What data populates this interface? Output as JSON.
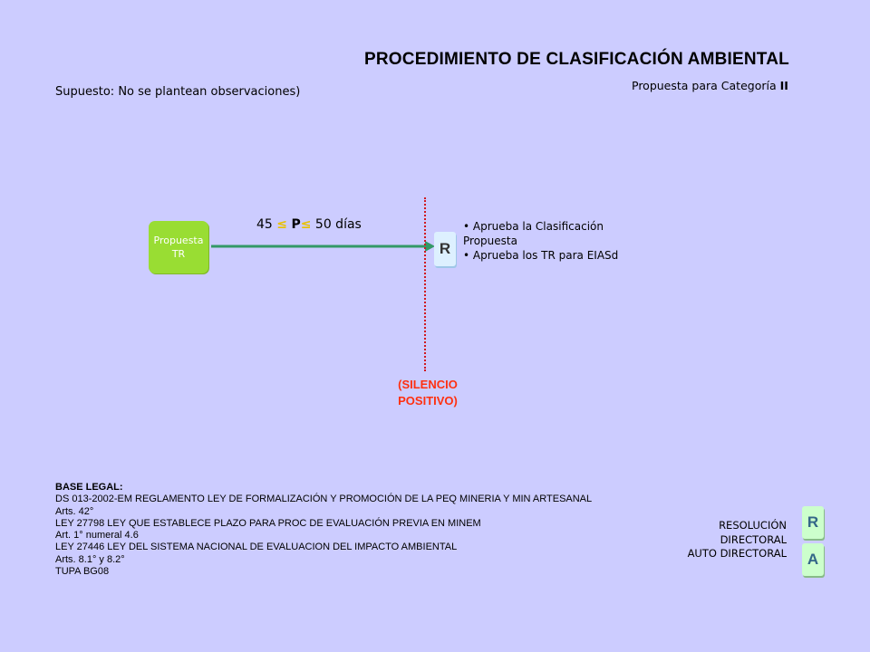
{
  "header": {
    "title": "PROCEDIMIENTO DE CLASIFICACIÓN AMBIENTAL",
    "subtitle_prefix": "Propuesta para Categoría",
    "subtitle_category": "II",
    "assumption": "Supuesto: No se plantean observaciones)"
  },
  "flow": {
    "start_box": {
      "line1": "Propuesta",
      "line2": "TR"
    },
    "time_label": {
      "min": "45",
      "leq1": "≤",
      "variable": "P",
      "leq2": "≤",
      "max": "50 días"
    },
    "result_box": "R",
    "outcomes": [
      "• Aprueba la Clasificación",
      "Propuesta",
      "• Aprueba los TR para EIASd"
    ],
    "silence": {
      "line1": "(SILENCIO",
      "line2": "POSITIVO)"
    }
  },
  "legal": {
    "heading": "BASE LEGAL:",
    "lines": [
      "DS 013-2002-EM REGLAMENTO LEY DE FORMALIZACIÓN Y PROMOCIÓN DE LA PEQ MINERIA Y MIN ARTESANAL",
      "Arts. 42°",
      "LEY 27798 LEY QUE ESTABLECE PLAZO PARA PROC DE EVALUACIÓN PREVIA EN MINEM",
      "Art. 1° numeral 4.6",
      "LEY 27446 LEY DEL SISTEMA NACIONAL DE EVALUACION DEL IMPACTO AMBIENTAL",
      "Arts. 8.1° y 8.2°",
      "TUPA BG08"
    ]
  },
  "legend": {
    "r_label_line1": "RESOLUCIÓN",
    "r_label_line2": "DIRECTORAL",
    "a_label": "AUTO DIRECTORAL",
    "r_letter": "R",
    "a_letter": "A"
  },
  "colors": {
    "background": "#ccccff",
    "start_box": "#99dd33",
    "arrow": "#339966",
    "divider": "#d01820",
    "silence_text": "#ff3010",
    "leq_symbol": "#e8c000"
  }
}
